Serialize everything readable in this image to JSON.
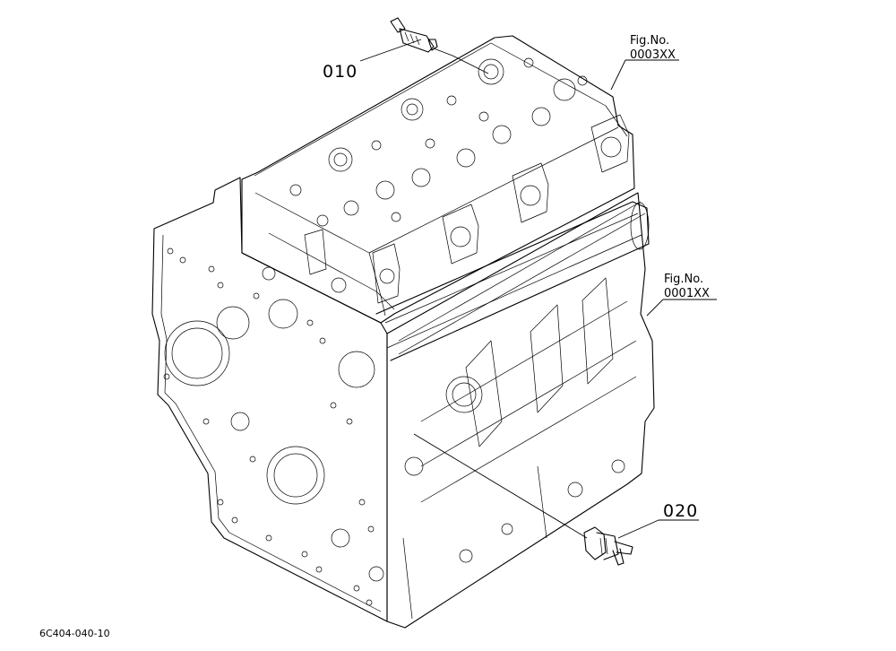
{
  "callouts": [
    {
      "id": "010",
      "label": "010"
    },
    {
      "id": "020",
      "label": "020"
    }
  ],
  "references": [
    {
      "line1": "Fig.No.",
      "line2": "0003XX"
    },
    {
      "line1": "Fig.No.",
      "line2": "0001XX"
    }
  ],
  "drawing_code": "6C404-040-10"
}
